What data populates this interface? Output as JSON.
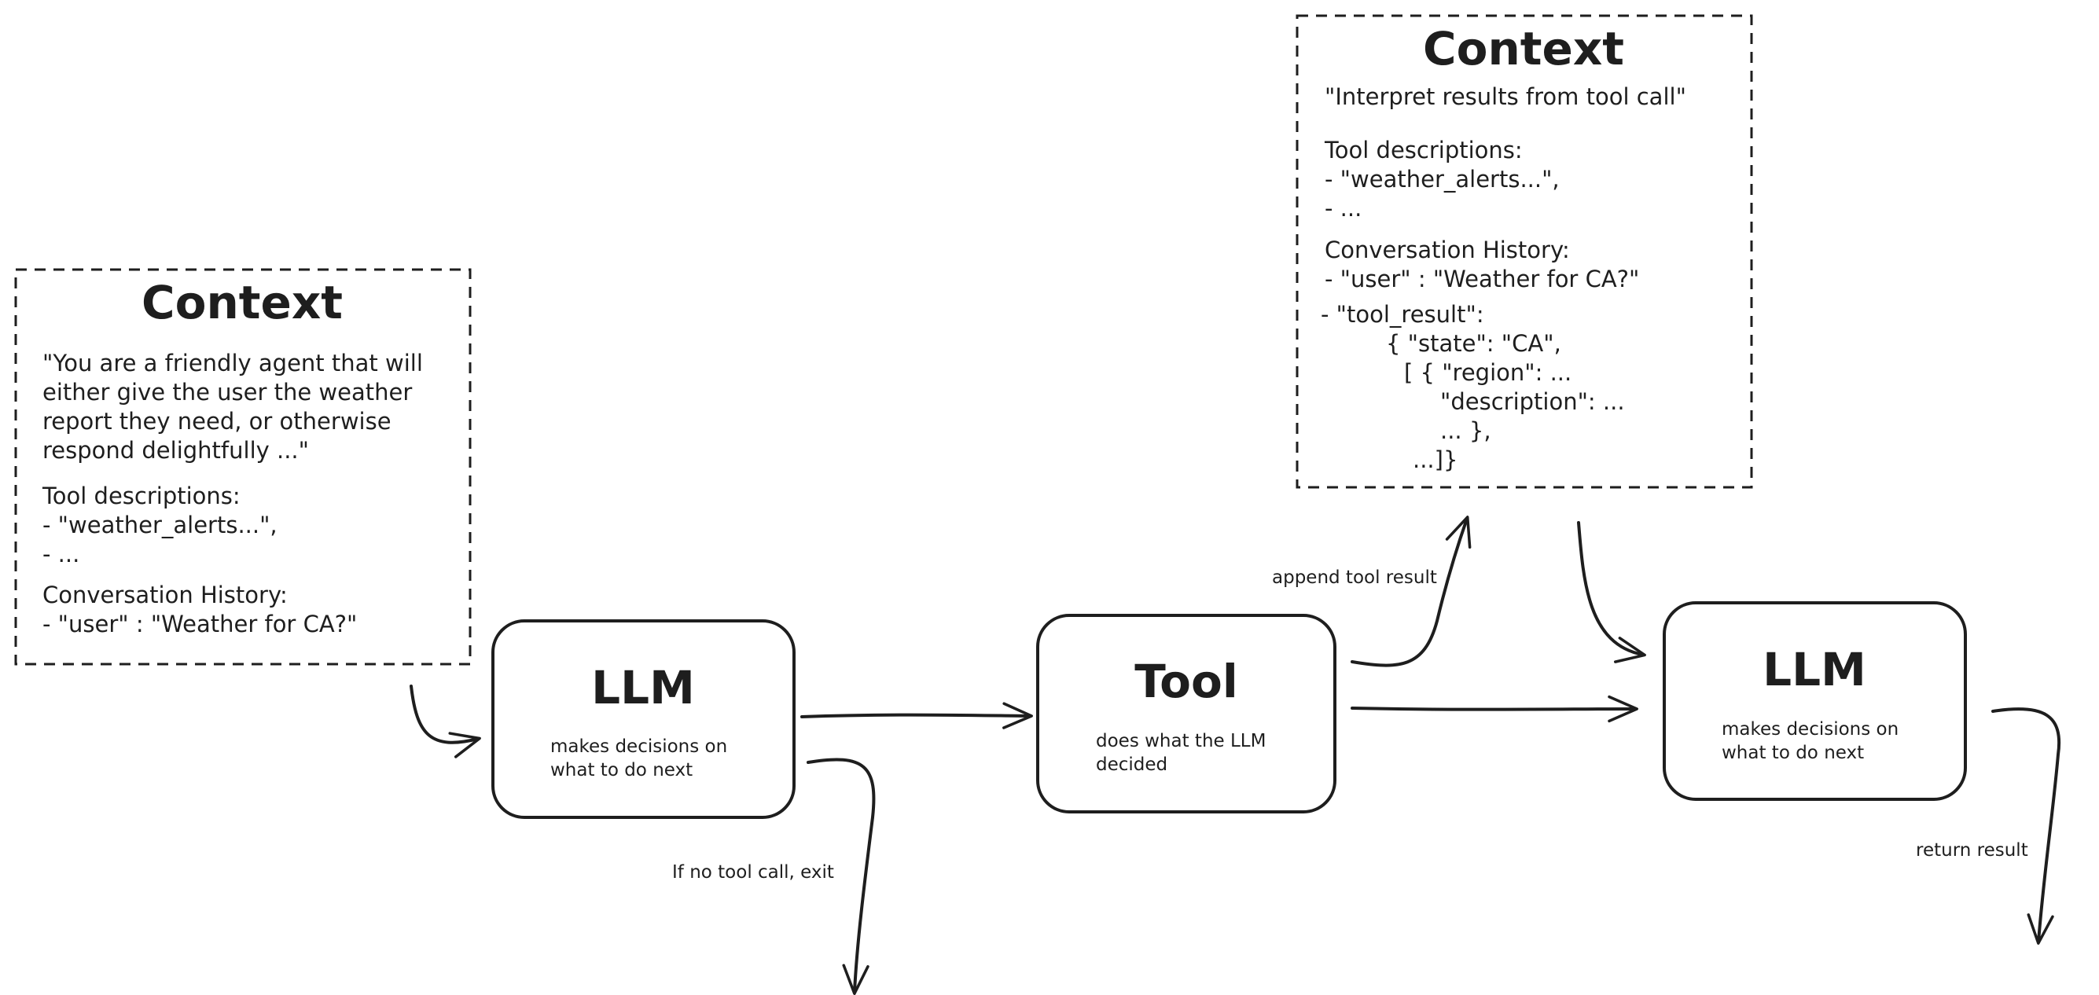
{
  "context_left": {
    "title": "Context",
    "lines": [
      "\"You are a friendly agent that will",
      "either give the user the weather",
      "report they need, or otherwise",
      "respond delightfully ...\"",
      "Tool descriptions:",
      "- \"weather_alerts...\",",
      "- ...",
      "Conversation History:",
      "- \"user\" : \"Weather for CA?\""
    ]
  },
  "context_top": {
    "title": "Context",
    "lines": [
      "\"Interpret results from tool call\"",
      "Tool descriptions:",
      "- \"weather_alerts...\",",
      "- ...",
      "Conversation History:",
      "- \"user\" : \"Weather for CA?\"",
      "- \"tool_result\":",
      "{ \"state\": \"CA\",",
      "[ { \"region\": ...",
      "\"description\": ...",
      "... },",
      "...]}"
    ]
  },
  "nodes": {
    "llm_1": {
      "title": "LLM",
      "desc": [
        "makes decisions on",
        "what to do next"
      ]
    },
    "tool": {
      "title": "Tool",
      "desc": [
        "does what the LLM",
        "decided"
      ]
    },
    "llm_2": {
      "title": "LLM",
      "desc": [
        "makes decisions on",
        "what to do next"
      ]
    }
  },
  "edges": {
    "no_tool_exit": "If no tool call, exit",
    "append_tool_result": "append tool result",
    "return_result": "return result"
  }
}
